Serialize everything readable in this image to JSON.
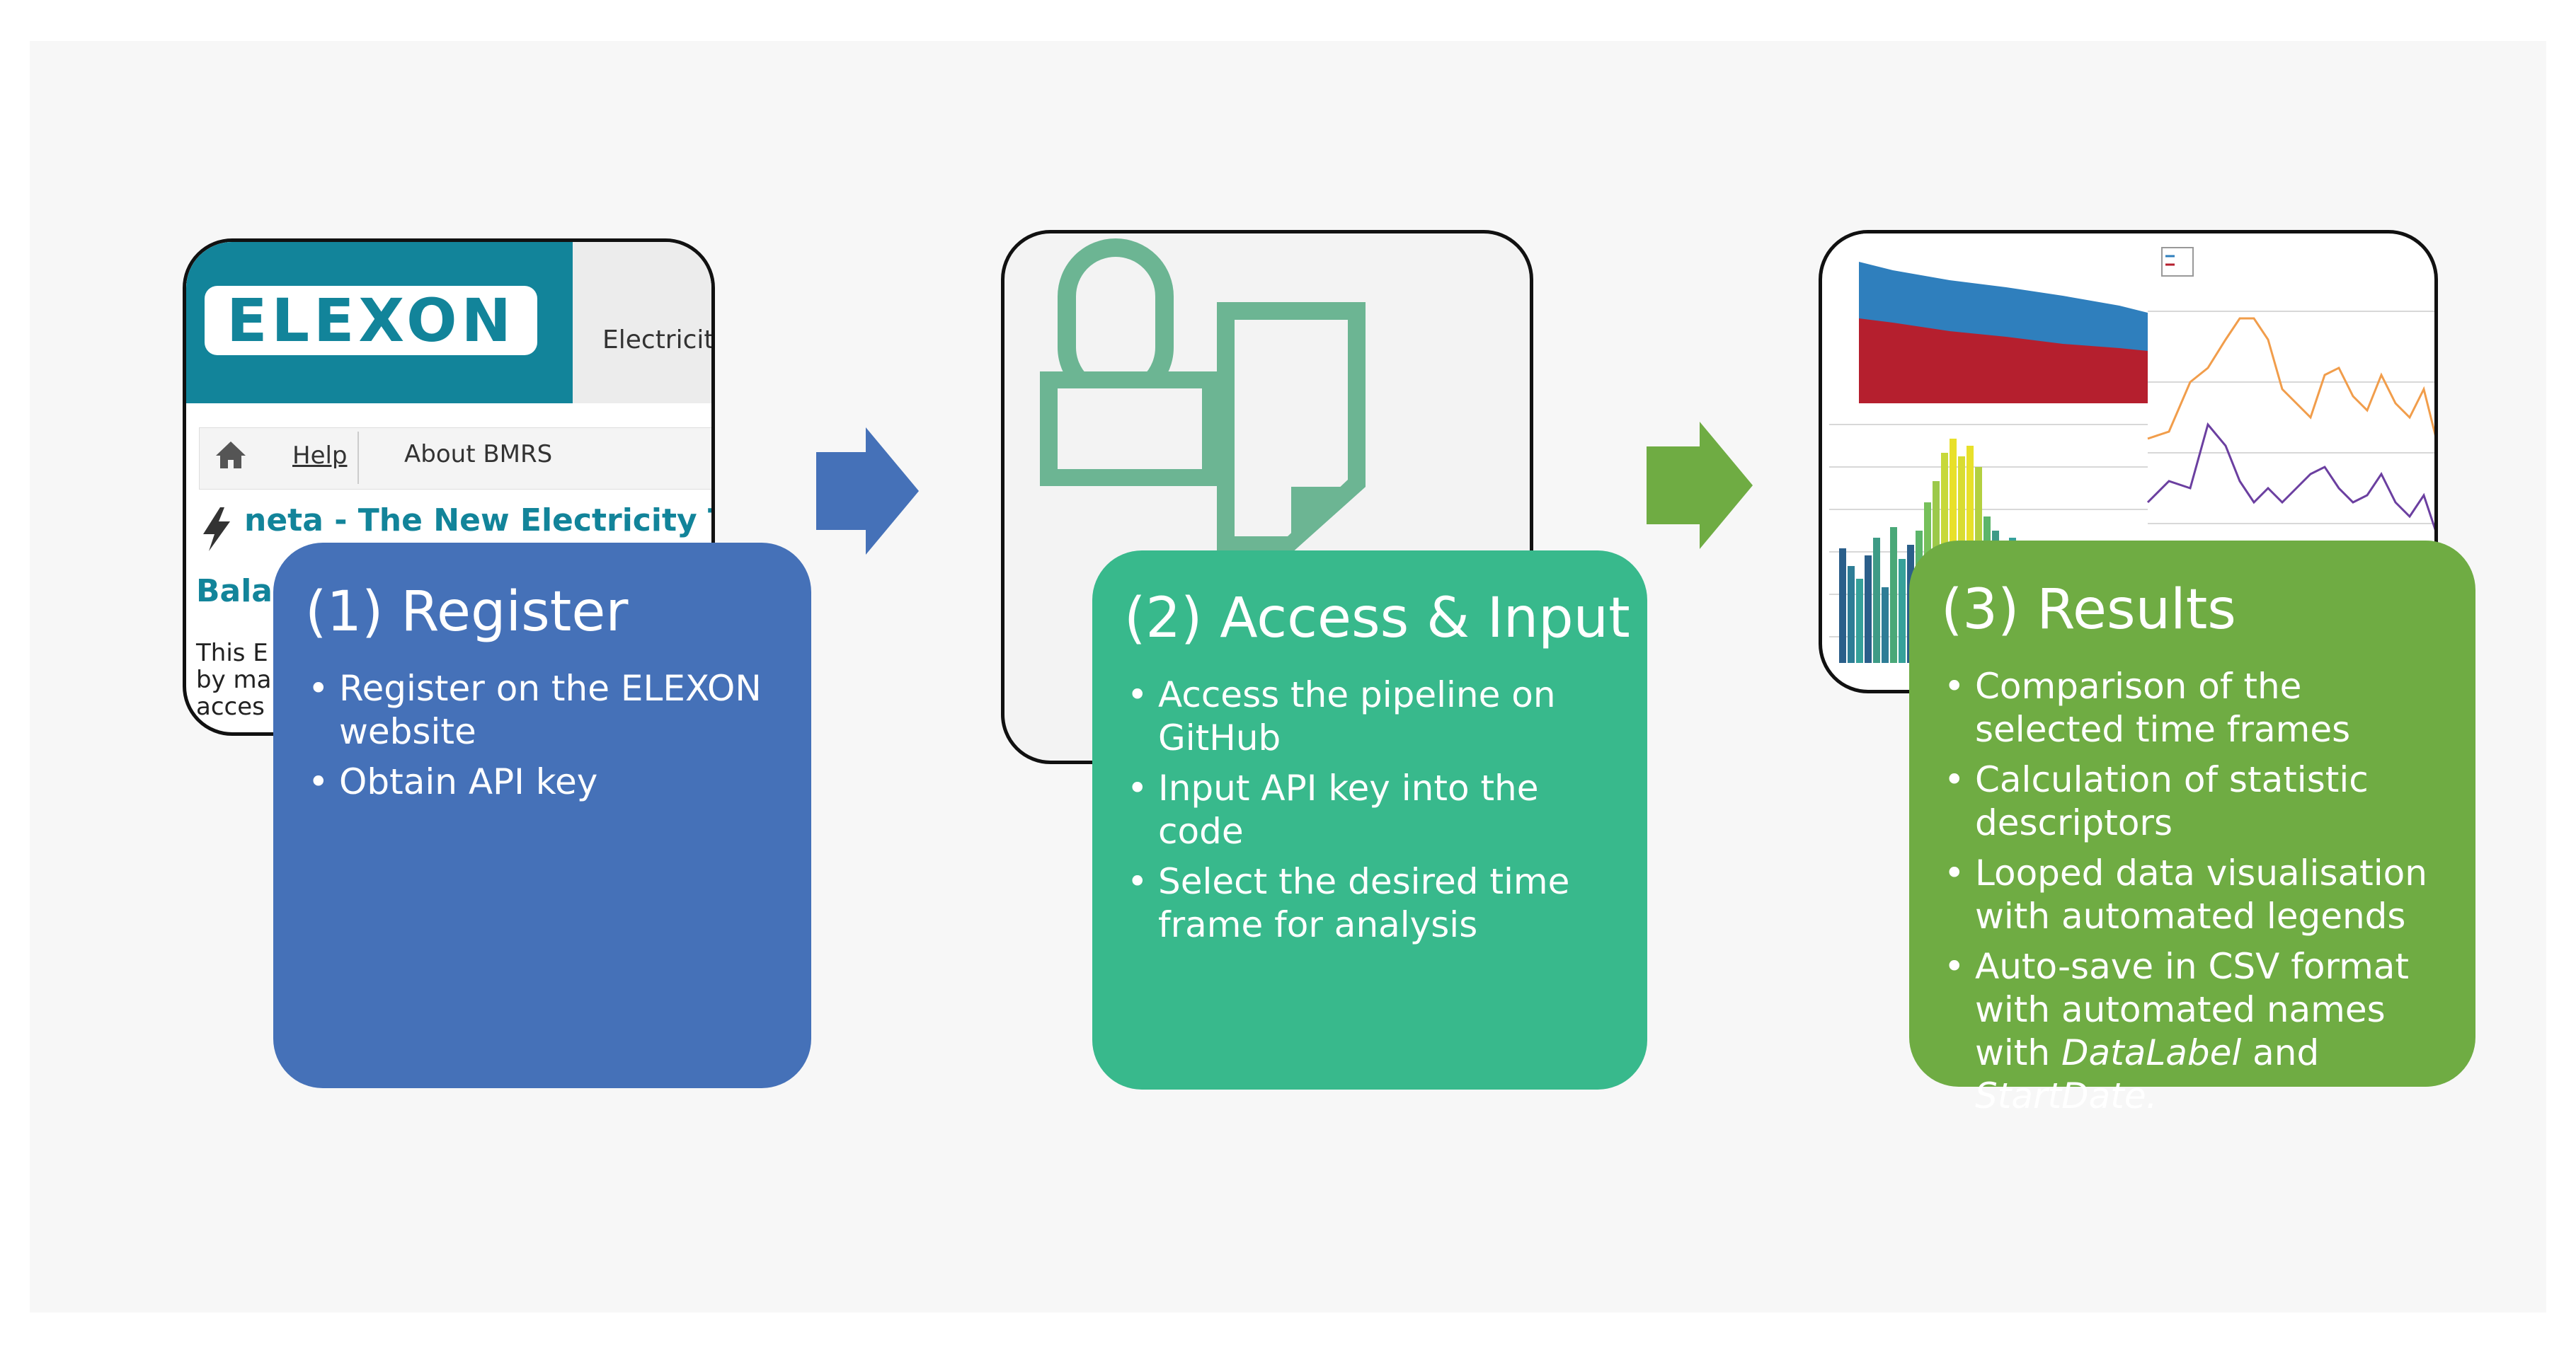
{
  "step1": {
    "title": "(1) Register",
    "bullets": [
      "Register on the ELEXON website",
      "Obtain API key"
    ],
    "color": "#4571b8",
    "screenshot": {
      "logo": "ELEXON",
      "header_text": "Electricity",
      "nav_help": "Help",
      "nav_about": "About BMRS",
      "neta_title": "neta - The New Electricity Tra",
      "heading_fragment": "Bala",
      "body_line1": "This E",
      "body_line2": "by ma",
      "body_line3": "acces",
      "icons": [
        "home-icon",
        "lightning-icon"
      ]
    }
  },
  "step2": {
    "title": "(2) Access & Input",
    "bullets": [
      "Access the pipeline on GitHub",
      "Input API key into the code",
      "Select the desired time frame for analysis"
    ],
    "color": "#38b98c",
    "icons": [
      "lock-icon",
      "document-icon"
    ]
  },
  "step3": {
    "title": "(3) Results",
    "bullets": [
      "Comparison of the selected time frames",
      "Calculation of statistic descriptors",
      "Looped data visualisation with automated legends"
    ],
    "bullet4": {
      "text_before": "Auto-save in CSV format with automated names with ",
      "italic1": "DataLabel",
      "text_mid": " and ",
      "italic2": "StartDate.",
      "text_after": ""
    },
    "color": "#6fac43"
  },
  "arrows": [
    {
      "icon": "right-arrow-icon",
      "color": "#4571b8"
    },
    {
      "icon": "right-arrow-icon",
      "color": "#6fac43"
    }
  ]
}
